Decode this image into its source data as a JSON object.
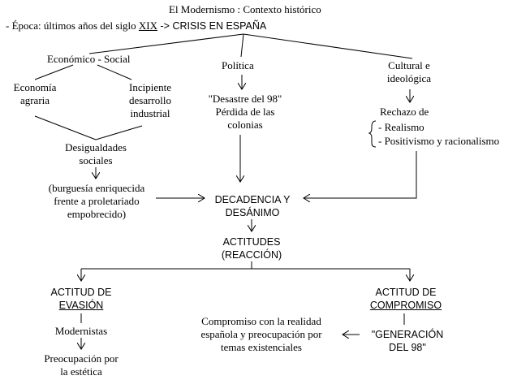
{
  "title": "El Modernismo : Contexto histórico",
  "epoca": {
    "prefix": "- Época: últimos años del siglo ",
    "siglo": "XIX",
    "arrow": " -> ",
    "crisis": "CRISIS EN ESPAÑA"
  },
  "economico": {
    "header": "Económico - Social",
    "left_line1": "Economía",
    "left_line2": "agraria",
    "right_line1": "Incipiente",
    "right_line2": "desarrollo",
    "right_line3": "industrial",
    "desig_line1": "Desigualdades",
    "desig_line2": "sociales",
    "paren_line1": "(burguesía enriquecida",
    "paren_line2": "frente a proletariado",
    "paren_line3": "empobrecido)"
  },
  "politica": {
    "header": "Política",
    "line1": "\"Desastre del 98\"",
    "line2": "Pérdida de las",
    "line3": "colonias"
  },
  "cultural": {
    "header_line1": "Cultural e",
    "header_line2": "ideológica",
    "rechazo": "Rechazo de",
    "item1": "- Realismo",
    "item2": "- Positivismo y racionalismo"
  },
  "center": {
    "decadencia_line1": "DECADENCIA Y",
    "decadencia_line2": "DESÁNIMO",
    "actitudes_line1": "ACTITUDES",
    "actitudes_line2": "(REACCIÓN)"
  },
  "evasion": {
    "line1": "ACTITUD DE",
    "line2": "EVASIÓN",
    "modernistas": "Modernistas",
    "preoc_line1": "Preocupación por",
    "preoc_line2": "la estética"
  },
  "compromiso": {
    "line1": "ACTITUD DE",
    "line2": "COMPROMISO",
    "gen_line1": "\"GENERACIÓN",
    "gen_line2": "DEL 98\"",
    "desc_line1": "Compromiso con la realidad",
    "desc_line2": "española y preocupación por",
    "desc_line3": "temas existenciales"
  }
}
